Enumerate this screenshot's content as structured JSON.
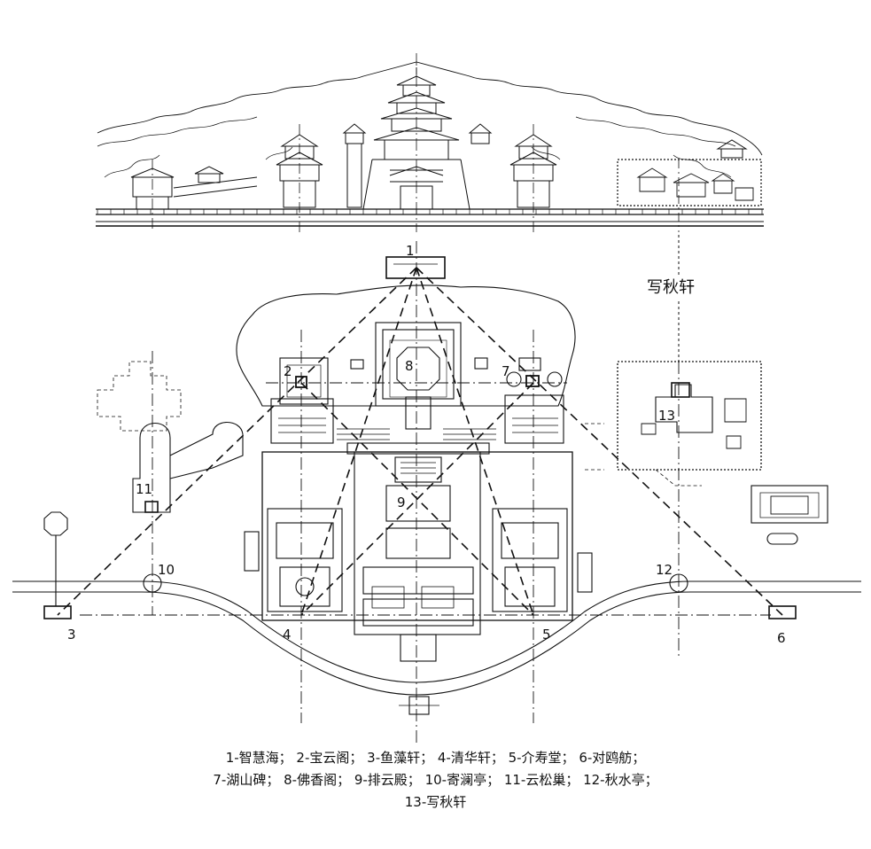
{
  "elevation": {
    "callout_label": "写秋轩"
  },
  "plan": {
    "markers": [
      {
        "id": "m1",
        "label": "1"
      },
      {
        "id": "m2",
        "label": "2"
      },
      {
        "id": "m3",
        "label": "3"
      },
      {
        "id": "m4",
        "label": "4"
      },
      {
        "id": "m5",
        "label": "5"
      },
      {
        "id": "m6",
        "label": "6"
      },
      {
        "id": "m7",
        "label": "7"
      },
      {
        "id": "m8",
        "label": "8"
      },
      {
        "id": "m9",
        "label": "9"
      },
      {
        "id": "m10",
        "label": "10"
      },
      {
        "id": "m11",
        "label": "11"
      },
      {
        "id": "m12",
        "label": "12"
      },
      {
        "id": "m13",
        "label": "13"
      }
    ]
  },
  "legend": {
    "lines": [
      "1-智慧海； 2-宝云阁； 3-鱼藻轩； 4-清华轩； 5-介寿堂； 6-对鸥舫；",
      "7-湖山碑； 8-佛香阁； 9-排云殿； 10-寄澜亭； 11-云松巢； 12-秋水亭；",
      "13-写秋轩"
    ]
  },
  "colors": {
    "ink": "#111111",
    "paper": "#ffffff"
  }
}
